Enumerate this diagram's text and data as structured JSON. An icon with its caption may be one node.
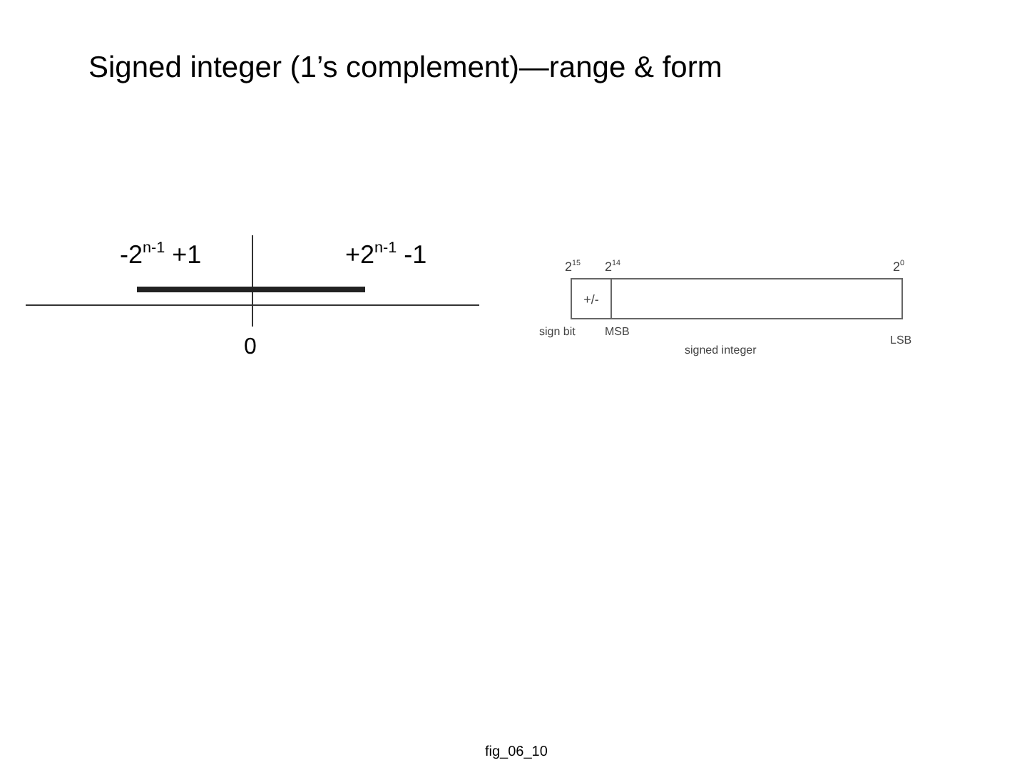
{
  "diagram": {
    "title": "Signed integer (1’s complement)—range & form",
    "nodes": [
      {
        "text": [
          "+/-"
        ]
      },
      {
        "text": [],
        "shape": "box"
      }
    ],
    "labels": [
      "-2$^{n-1}$ +1",
      "+2$^{n-1}$ -1",
      "0",
      "2$^{15}$",
      "2$^{14}$",
      "2$^{0}$",
      "sign bit",
      "MSB",
      "LSB",
      "signed integer"
    ],
    "caption": "fig_06_10"
  }
}
